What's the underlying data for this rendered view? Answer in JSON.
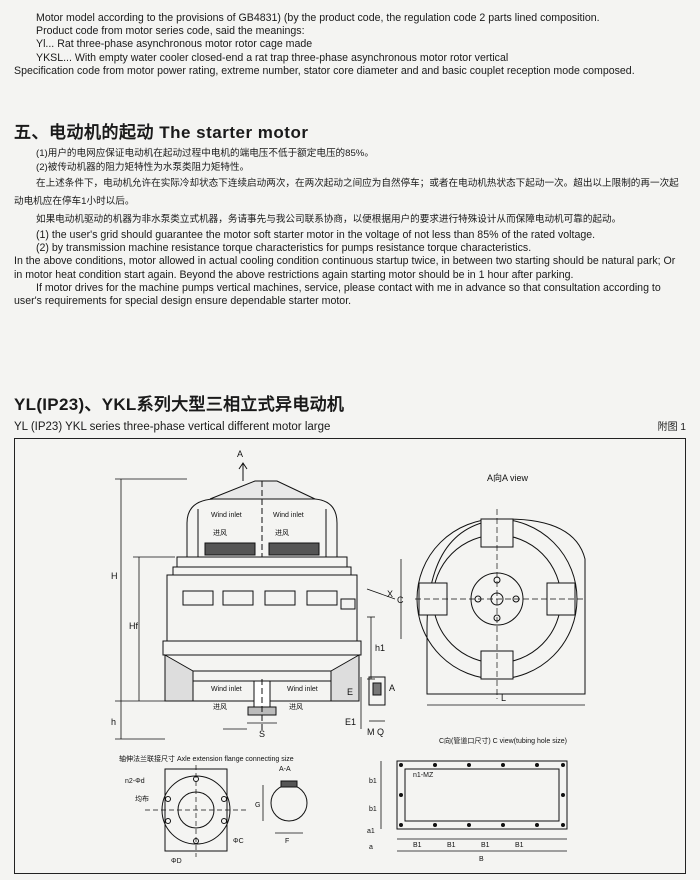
{
  "intro": {
    "line1": "Motor model according to the provisions of GB4831) (by the product code, the regulation code 2 parts lined composition.",
    "line2": "Product code from motor series code, said the meanings:",
    "line3": "Yl... Rat three-phase asynchronous motor rotor cage made",
    "line4": "YKSL... With empty water cooler closed-end a rat trap three-phase asynchronous motor rotor vertical",
    "line5": "Specification code from motor power rating, extreme number, stator core diameter and and basic couplet reception mode composed."
  },
  "section5": {
    "heading": "五、电动机的起动  The starter motor",
    "zh1": "(1)用户的电网应保证电动机在起动过程中电机的端电压不低于额定电压的85%。",
    "zh2": "(2)被传动机器的阻力矩特性为水泵类阻力矩特性。",
    "zh3": "在上述条件下，电动机允许在实际冷却状态下连续启动两次，在两次起动之间应为自然停车；或者在电动机热状态下起动一次。超出以上限制的再一次起动电机应在停车1小时以后。",
    "zh4": "如果电动机驱动的机器为非水泵类立式机器，务请事先与我公司联系协商，以便根据用户的要求进行特殊设计从而保障电动机可靠的起动。",
    "en1": "(1) the user's grid should guarantee the motor soft starter motor in the voltage of not less than 85% of the rated voltage.",
    "en2": "(2) by transmission machine resistance torque characteristics for pumps resistance torque characteristics.",
    "en3": "In the above conditions, motor allowed in actual cooling condition continuous startup twice, in between two starting should be natural park; Or in motor heat condition start again. Beyond the above restrictions again starting motor should be in 1 hour after parking.",
    "en4": "If motor drives for the machine pumps vertical machines, service, please contact with me in advance so that consultation according to user's requirements for special design ensure dependable starter motor."
  },
  "figure": {
    "title": "YL(IP23)、YKL系列大型三相立式异电动机",
    "subtitle": "YL (IP23) YKL series three-phase vertical different motor large",
    "fig_no": "附图 1",
    "labels": {
      "a_mark": "A",
      "wind_inlet_en": "Wind inlet",
      "wind_inlet_zh": "进风",
      "h_upper": "H",
      "hf": "Hf",
      "h1": "h1",
      "h_lower": "h",
      "c": "C",
      "e": "E",
      "e1": "E1",
      "a_right": "A",
      "s": "S",
      "m": "M",
      "q": "Q",
      "a_view": "A向A view",
      "x": "X",
      "l": "L",
      "flange_caption": "轴伸法兰联接尺寸  Axle extension flange connecting size",
      "n2_d": "n2-Φd",
      "jun_bu": "均布",
      "phi_d": "ΦD",
      "phi_c": "ΦC",
      "section_aa": "A-A",
      "g": "G",
      "f": "F",
      "c_view": "C向(管道口尺寸) C view(tubing hole size)",
      "n1_mz": "n1-MZ",
      "b1": "B1",
      "b": "B",
      "a1": "a1",
      "b_side": "b1",
      "a": "a"
    }
  }
}
